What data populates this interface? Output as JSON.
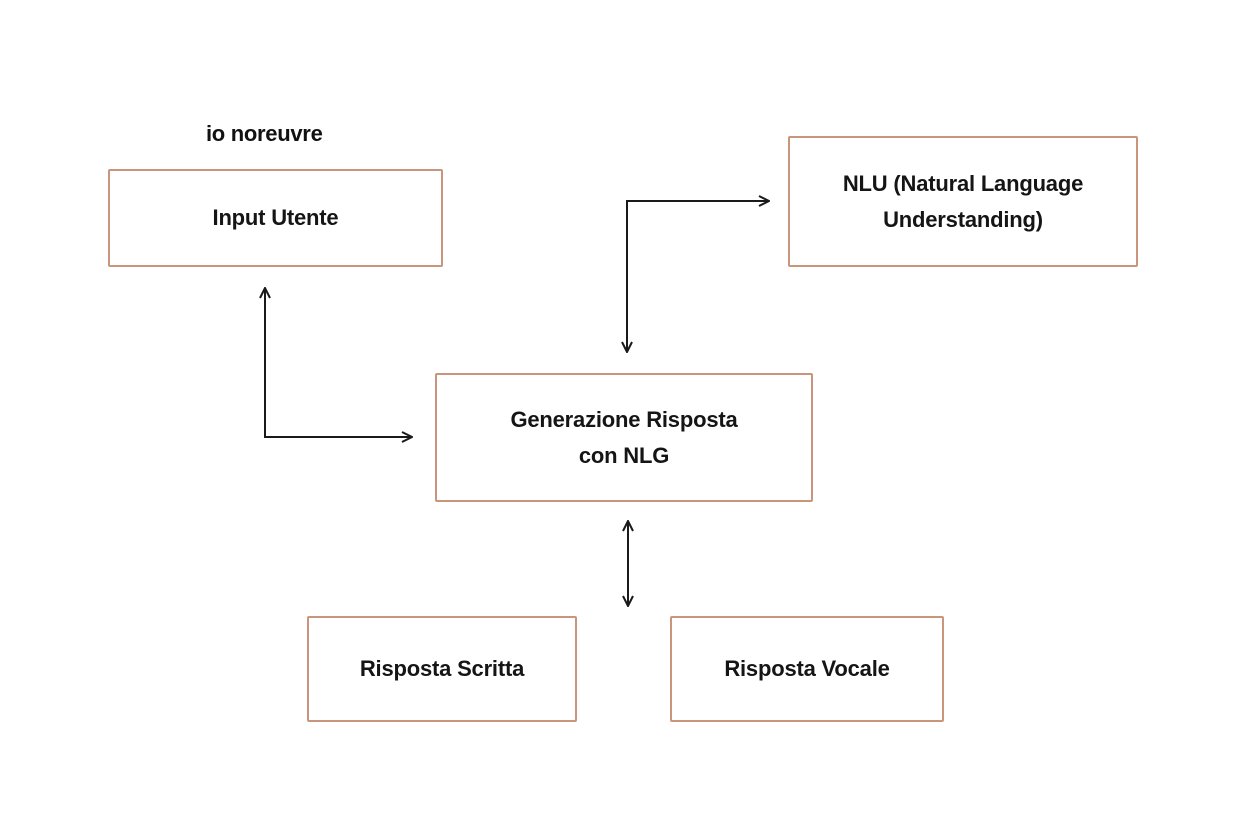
{
  "heading": "io noreuvre",
  "nodes": {
    "input": {
      "label": "Input Utente"
    },
    "nlu": {
      "label": "NLU (Natural Language\nUnderstanding)"
    },
    "nlg": {
      "label": "Generazione Risposta\ncon NLG"
    },
    "written": {
      "label": "Risposta Scritta"
    },
    "voice": {
      "label": "Risposta Vocale"
    }
  },
  "colors": {
    "node_border": "#c9957b",
    "edge": "#1a1a1a",
    "background": "#ffffff"
  }
}
